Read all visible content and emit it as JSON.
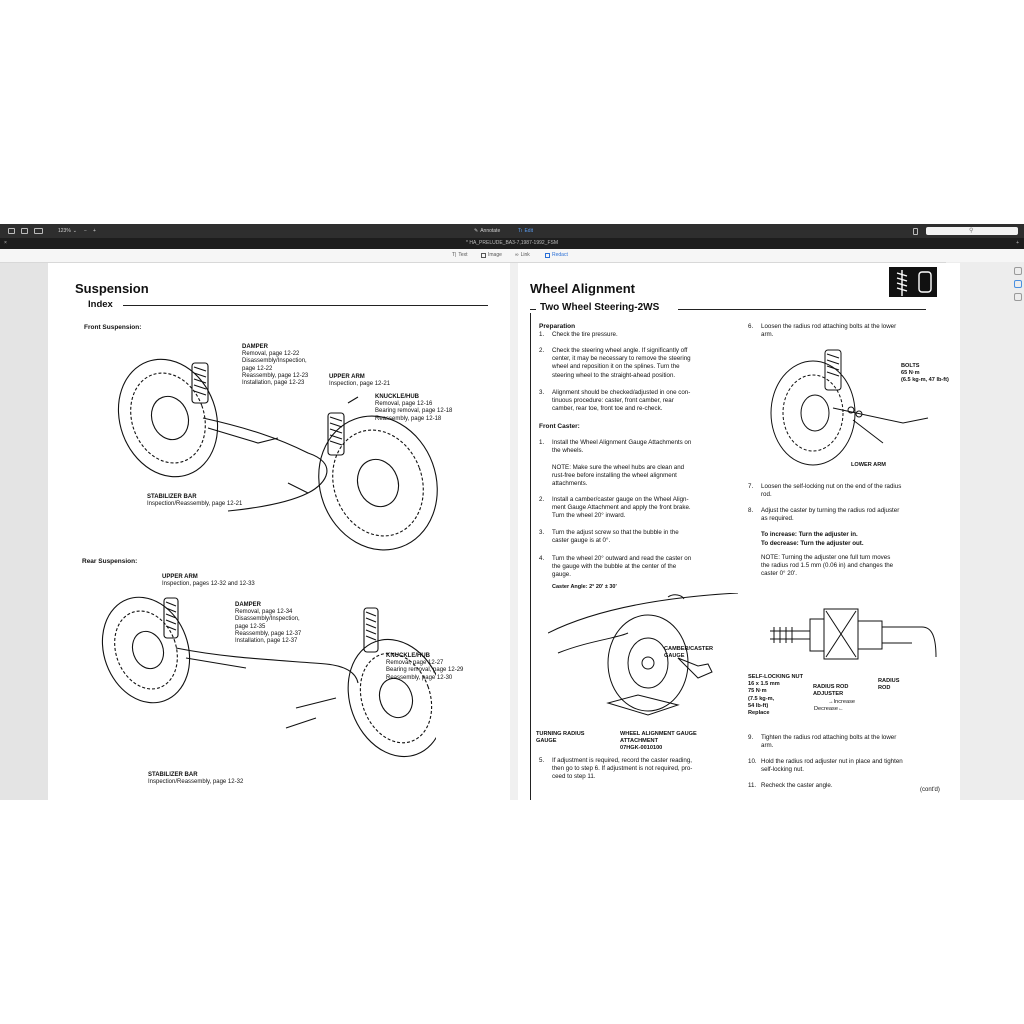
{
  "toolbar": {
    "zoom": "123%",
    "annotate_label": "Annotate",
    "edit_label": "Edit"
  },
  "tab": {
    "title": "* HA_PRELUDE_BA3-7,1987-1992_FSM"
  },
  "markup": {
    "items": [
      {
        "label": "Text"
      },
      {
        "label": "Image"
      },
      {
        "label": "Link"
      },
      {
        "label": "Redact"
      }
    ]
  },
  "left_page": {
    "title": "Suspension",
    "subtitle": "Index",
    "front_heading": "Front Suspension:",
    "rear_heading": "Rear Suspension:",
    "front_labels": {
      "damper": [
        "DAMPER",
        "Removal, page 12-22",
        "Disassembly/Inspection,",
        "page 12-22",
        "Reassembly, page 12-23",
        "Installation, page 12-23"
      ],
      "upper_arm": [
        "UPPER ARM",
        "Inspection, page 12-21"
      ],
      "knuckle": [
        "KNUCKLE/HUB",
        "Removal, page 12-16",
        "Bearing removal, page 12-18",
        "Reassembly, page 12-18"
      ],
      "stabilizer": [
        "STABILIZER BAR",
        "Inspection/Reassembly, page 12-21"
      ]
    },
    "rear_labels": {
      "upper_arm": [
        "UPPER ARM",
        "Inspection, pages 12-32 and 12-33"
      ],
      "damper": [
        "DAMPER",
        "Removal, page 12-34",
        "Disassembly/Inspection,",
        "page 12-35",
        "Reassembly, page 12-37",
        "Installation, page 12-37"
      ],
      "knuckle": [
        "KNUCKLE/HUB",
        "Removal, page 12-27",
        "Bearing removal, page 12-29",
        "Reassembly, page 12-30"
      ],
      "stabilizer": [
        "STABILIZER BAR",
        "Inspection/Reassembly, page 12-32"
      ]
    }
  },
  "right_page": {
    "title": "Wheel Alignment",
    "subtitle": "Two Wheel Steering-2WS",
    "preparation_heading": "Preparation",
    "prep_steps": [
      {
        "n": "1.",
        "text": "Check the tire pressure."
      },
      {
        "n": "2.",
        "text": "Check the steering wheel angle. If significantly off\ncenter, it may be necessary to remove the steering\nwheel and reposition it on the splines. Turn the\nsteering wheel to the straight-ahead position."
      },
      {
        "n": "3.",
        "text": "Alignment should be checked/adjusted in one con-\ntinuous procedure: caster, front camber, rear\ncamber, rear toe, front toe and re-check."
      }
    ],
    "front_caster_heading": "Front Caster:",
    "caster_steps": [
      {
        "n": "1.",
        "text": "Install the Wheel Alignment Gauge Attachments on\nthe wheels.\n\nNOTE: Make sure the wheel hubs are clean and\nrust-free before installing the wheel alignment\nattachments."
      },
      {
        "n": "2.",
        "text": "Install a camber/caster gauge on the Wheel Align-\nment Gauge Attachment and apply the front brake.\nTurn the wheel 20° inward."
      },
      {
        "n": "3.",
        "text": "Turn the adjust screw so that the bubble in the\ncaster gauge is at 0°."
      },
      {
        "n": "4.",
        "text": "Turn the wheel 20° outward and read the caster on\nthe gauge with the bubble at the center of the\ngauge."
      }
    ],
    "caster_angle": "Caster Angle: 2° 20' ± 30'",
    "fig_labels": {
      "camber_gauge": "CAMBER/CASTER\nGAUGE",
      "turning_radius": "TURNING RADIUS\nGAUGE",
      "attachment": "WHEEL ALIGNMENT GAUGE\nATTACHMENT\n07HGK-0010100"
    },
    "step5": {
      "n": "5.",
      "text": "If adjustment is required, record the caster reading,\nthen go to step 6. If adjustment is not required, pro-\nceed to step 11."
    },
    "col2_steps": [
      {
        "n": "6.",
        "text": "Loosen the radius rod attaching bolts at the lower\narm."
      },
      {
        "n": "7.",
        "text": "Loosen the self-locking nut on the end of the radius\nrod."
      },
      {
        "n": "8.",
        "text": "Adjust the caster by turning the radius rod adjuster\nas required."
      }
    ],
    "increase_text": "To increase: Turn the adjuster in.",
    "decrease_text": "To decrease: Turn the adjuster out.",
    "note8": "NOTE: Turning the adjuster one full turn moves\nthe radius rod 1.5 mm (0.06 in) and changes the\ncaster 0° 20'.",
    "bolts_label": "BOLTS\n65 N·m\n(6.5 kg-m, 47 lb-ft)",
    "lower_arm_label": "LOWER ARM",
    "nut_label": "SELF-LOCKING NUT\n16 x 1.5 mm\n75 N·m\n(7.5 kg-m,\n54 lb-ft)\nReplace",
    "adjuster_label": "RADIUS ROD\nADJUSTER",
    "increase_arrow": "Increase",
    "decrease_arrow": "Decrease",
    "radius_rod_label": "RADIUS\nROD",
    "col2_steps_b": [
      {
        "n": "9.",
        "text": "Tighten the radius rod attaching bolts at the lower\narm."
      },
      {
        "n": "10.",
        "text": "Hold the radius rod adjuster nut in place and tighten\nself-locking nut."
      },
      {
        "n": "11.",
        "text": "Recheck the caster angle."
      }
    ],
    "contd": "(cont'd)"
  }
}
